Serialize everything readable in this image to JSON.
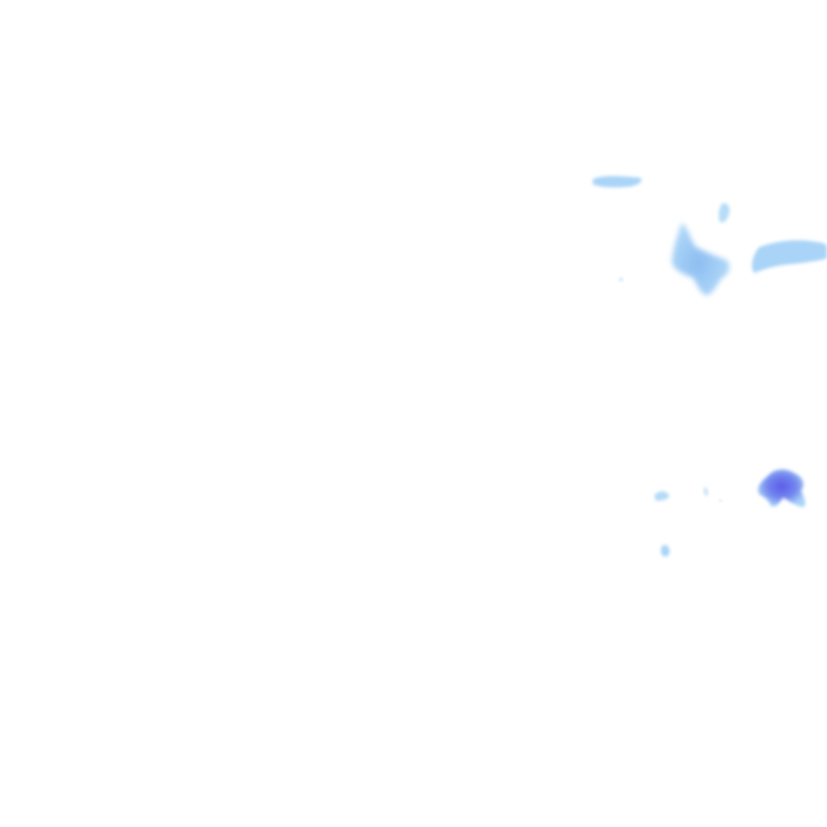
{
  "map": {
    "type": "precipitation-radar-overlay",
    "background_color": "#ffffff",
    "intensity_colors": {
      "light": "#a9d4f7",
      "light_mid": "#8fc3f2",
      "moderate": "#7d8cf2",
      "heavy": "#5f63ea"
    },
    "echoes": [
      {
        "name": "echo-streak-upper",
        "intensity": "light"
      },
      {
        "name": "echo-small-upper",
        "intensity": "light"
      },
      {
        "name": "echo-cell-center",
        "intensity": "light"
      },
      {
        "name": "echo-band-right",
        "intensity": "light"
      },
      {
        "name": "echo-dot",
        "intensity": "light"
      },
      {
        "name": "echo-fragment-lower-left",
        "intensity": "light"
      },
      {
        "name": "echo-fragment-lower-mid",
        "intensity": "light"
      },
      {
        "name": "echo-cell-lower-right",
        "intensity": "heavy"
      },
      {
        "name": "echo-blob-lower",
        "intensity": "light"
      }
    ]
  }
}
